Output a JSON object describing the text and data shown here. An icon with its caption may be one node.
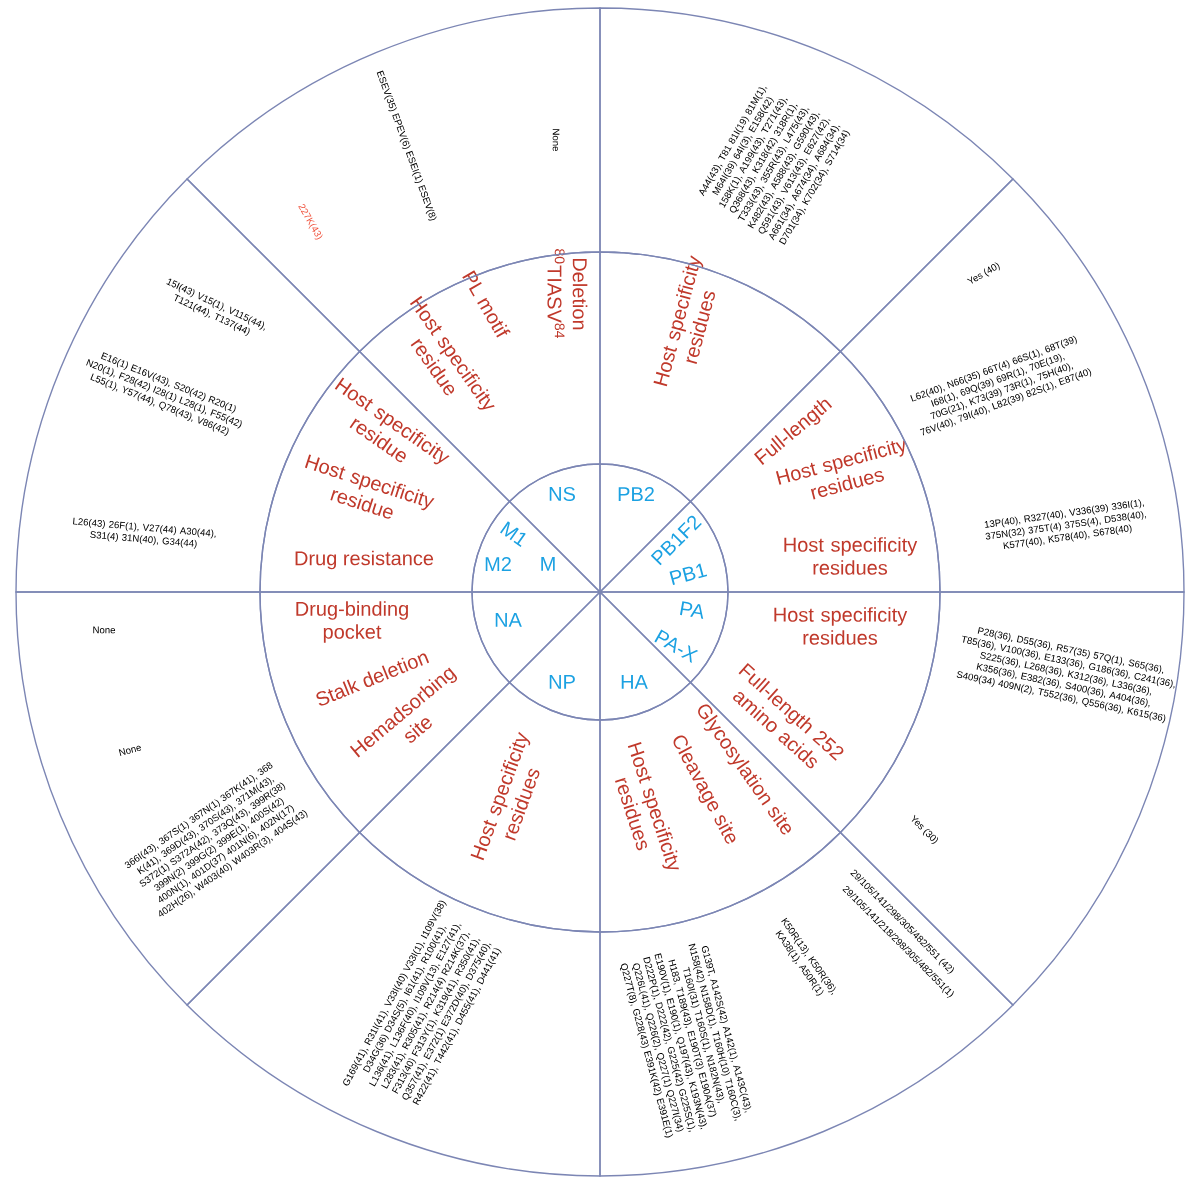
{
  "diagram": {
    "nodes": [
      {
        "text": [
          "PB2"
        ]
      },
      {
        "text": [
          "PB1F2",
          "PB1"
        ]
      },
      {
        "text": [
          "PA",
          "PA-X"
        ]
      },
      {
        "text": [
          "HA"
        ]
      },
      {
        "text": [
          "NP"
        ]
      },
      {
        "text": [
          "NA"
        ]
      },
      {
        "text": [
          "M1",
          "M2",
          "M"
        ]
      },
      {
        "text": [
          "NS"
        ]
      },
      {
        "text": [
          "Host specificity residues"
        ]
      },
      {
        "text": [
          "Full-length",
          "Host specificity residues",
          "Host specificity residues"
        ]
      },
      {
        "text": [
          "Host specificity residues",
          "Full-length 252 amino acids"
        ]
      },
      {
        "text": [
          "Glycosylation site",
          "Cleavage site",
          "Host specificity residues"
        ]
      },
      {
        "text": [
          "Host specificity residues"
        ]
      },
      {
        "text": [
          "Drug-binding pocket",
          "Stalk deletion",
          "Hemadsorbing site"
        ]
      },
      {
        "text": [
          "Host specificity residue",
          "Host specificity residue",
          "Drug resistance"
        ]
      },
      {
        "text": [
          "Deletion",
          "$^{80}$TIASV$^{84}$",
          "PL motif",
          "Host specificity residue"
        ]
      },
      {
        "text": [
          "A44(43), T81 81I(19) 81M(1), M64I(39) 64I(3), E158(42) 158K(1), A199(43), T271(43), Q368(43), K318(42) 318R(1), T333(43), 355R(43), L475(43), K482(43), A588(43), G590(43), Q591(43), V613(43), E627(42), A661(34), A674(34), A684(34), D701(34), K702(34), S714(34)"
        ]
      },
      {
        "text": [
          "Yes (40)",
          "L62(40), N66(35) 66T(4) 66S(1), 68T(39) I68(1), 69Q(39) 69R(1), 70E(19), 70G(21), K73(39) 73R(1), 75H(40), 76V(40), 79I(40), L82(39) 82S(1), E87(40)",
          "13P(40), R327(40), V336(39) 336I(1), 375N(32) 375T(4) 375S(4), D538(40), K577(40), K578(40), S678(40)"
        ]
      },
      {
        "text": [
          "P28(36), D55(36), R57(35) 57Q(1), S65(36), T85(36), V100(36), E133(36), G186(36), C241(36), S225(36), L268(36), K312(36), L336(36), K356(36), E382(36), S400(36), A404(36), S409(34) 409N(2), T552(36), Q556(36), K615(36)",
          "Yes (30)"
        ]
      },
      {
        "text": [
          "29/105/141/298/305/482/551 (42)",
          "29/105/141/218/298/305/482/551(1)",
          "K50R(13), K50R(36), KA38(1), A50R(1)",
          "G139T, A142S(42) A142(1), A143C(43), N158(42) N158D(1), T160H(10) T160C(3), T160I(31) T160S(1), N182N(43), H183, T189(43), E190T(3) E190A(37) E190V(1), E190(1), Q197(43), K193N(43), D222P(1), D222(42), G225(42) G225S(1), Q226L(41), Q226(2), Q227(1) Q227I(34) Q227T(8), G228(43) E391K(42) E391E(1)"
        ]
      },
      {
        "text": [
          "G169(41), R31I(41), V33I(40) V33I(1), I109V(38) D34G(36) D34S(5), I61(41), R100(41), L136(41), L136F(40), I109V(13), E127(41), L283(41), R305(41), R214(4) R214K(37), F313(40) F313Y(1), K319(41), R350(41), Q357(41), E372(1) E372D(40), D375(40), R422(41), T442(41), D455(41), D441(41)"
        ]
      },
      {
        "text": [
          "None",
          "None",
          "366I(43), 367S(1) 367N(1) 367K(41), 368 K(41), 369D(43), 370S(43), 371M(43), S372(1) S372A(42), 373Q(43), 399R(38) 399N(2) 399G(2) 399E(1), 400S(42) 400N(1), 401D(37) 401N(6), 402N(17) 402H(26), W403(40) W403R(3), 404S(43)"
        ]
      },
      {
        "text": [
          "15I(43) V15(1), V115(44), T121(44), T137(44)",
          "E16(1) E16V(43), S20(42) R20(1) N20(1), F28(42) I28(1) L28(1), F55(42) L55(1), Y57(44), Q78(43), V86(42)",
          "L26(43) 26F(1), V27(44) A30(44), S31(4) 31N(40), G34(44)"
        ]
      },
      {
        "text": [
          "None",
          "ESEV(35) EPEV(6) ESEI(1) ESEV(8)",
          "227K(43)"
        ]
      }
    ]
  }
}
